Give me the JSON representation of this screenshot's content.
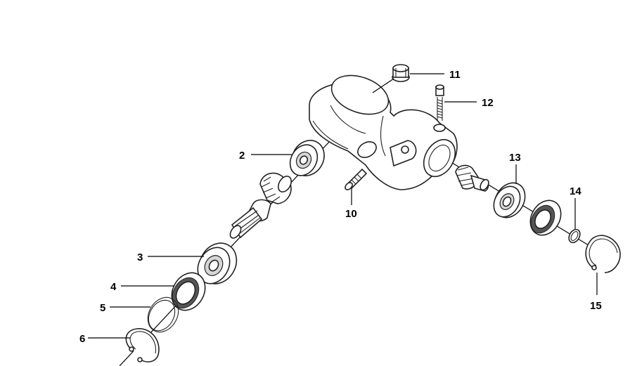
{
  "callouts": [
    {
      "id": "c2",
      "label": "2"
    },
    {
      "id": "c3",
      "label": "3"
    },
    {
      "id": "c4",
      "label": "4"
    },
    {
      "id": "c5",
      "label": "5"
    },
    {
      "id": "c6",
      "label": "6"
    },
    {
      "id": "c10",
      "label": "10"
    },
    {
      "id": "c11",
      "label": "11"
    },
    {
      "id": "c12",
      "label": "12"
    },
    {
      "id": "c13",
      "label": "13"
    },
    {
      "id": "c14",
      "label": "14"
    },
    {
      "id": "c15",
      "label": "15"
    }
  ]
}
